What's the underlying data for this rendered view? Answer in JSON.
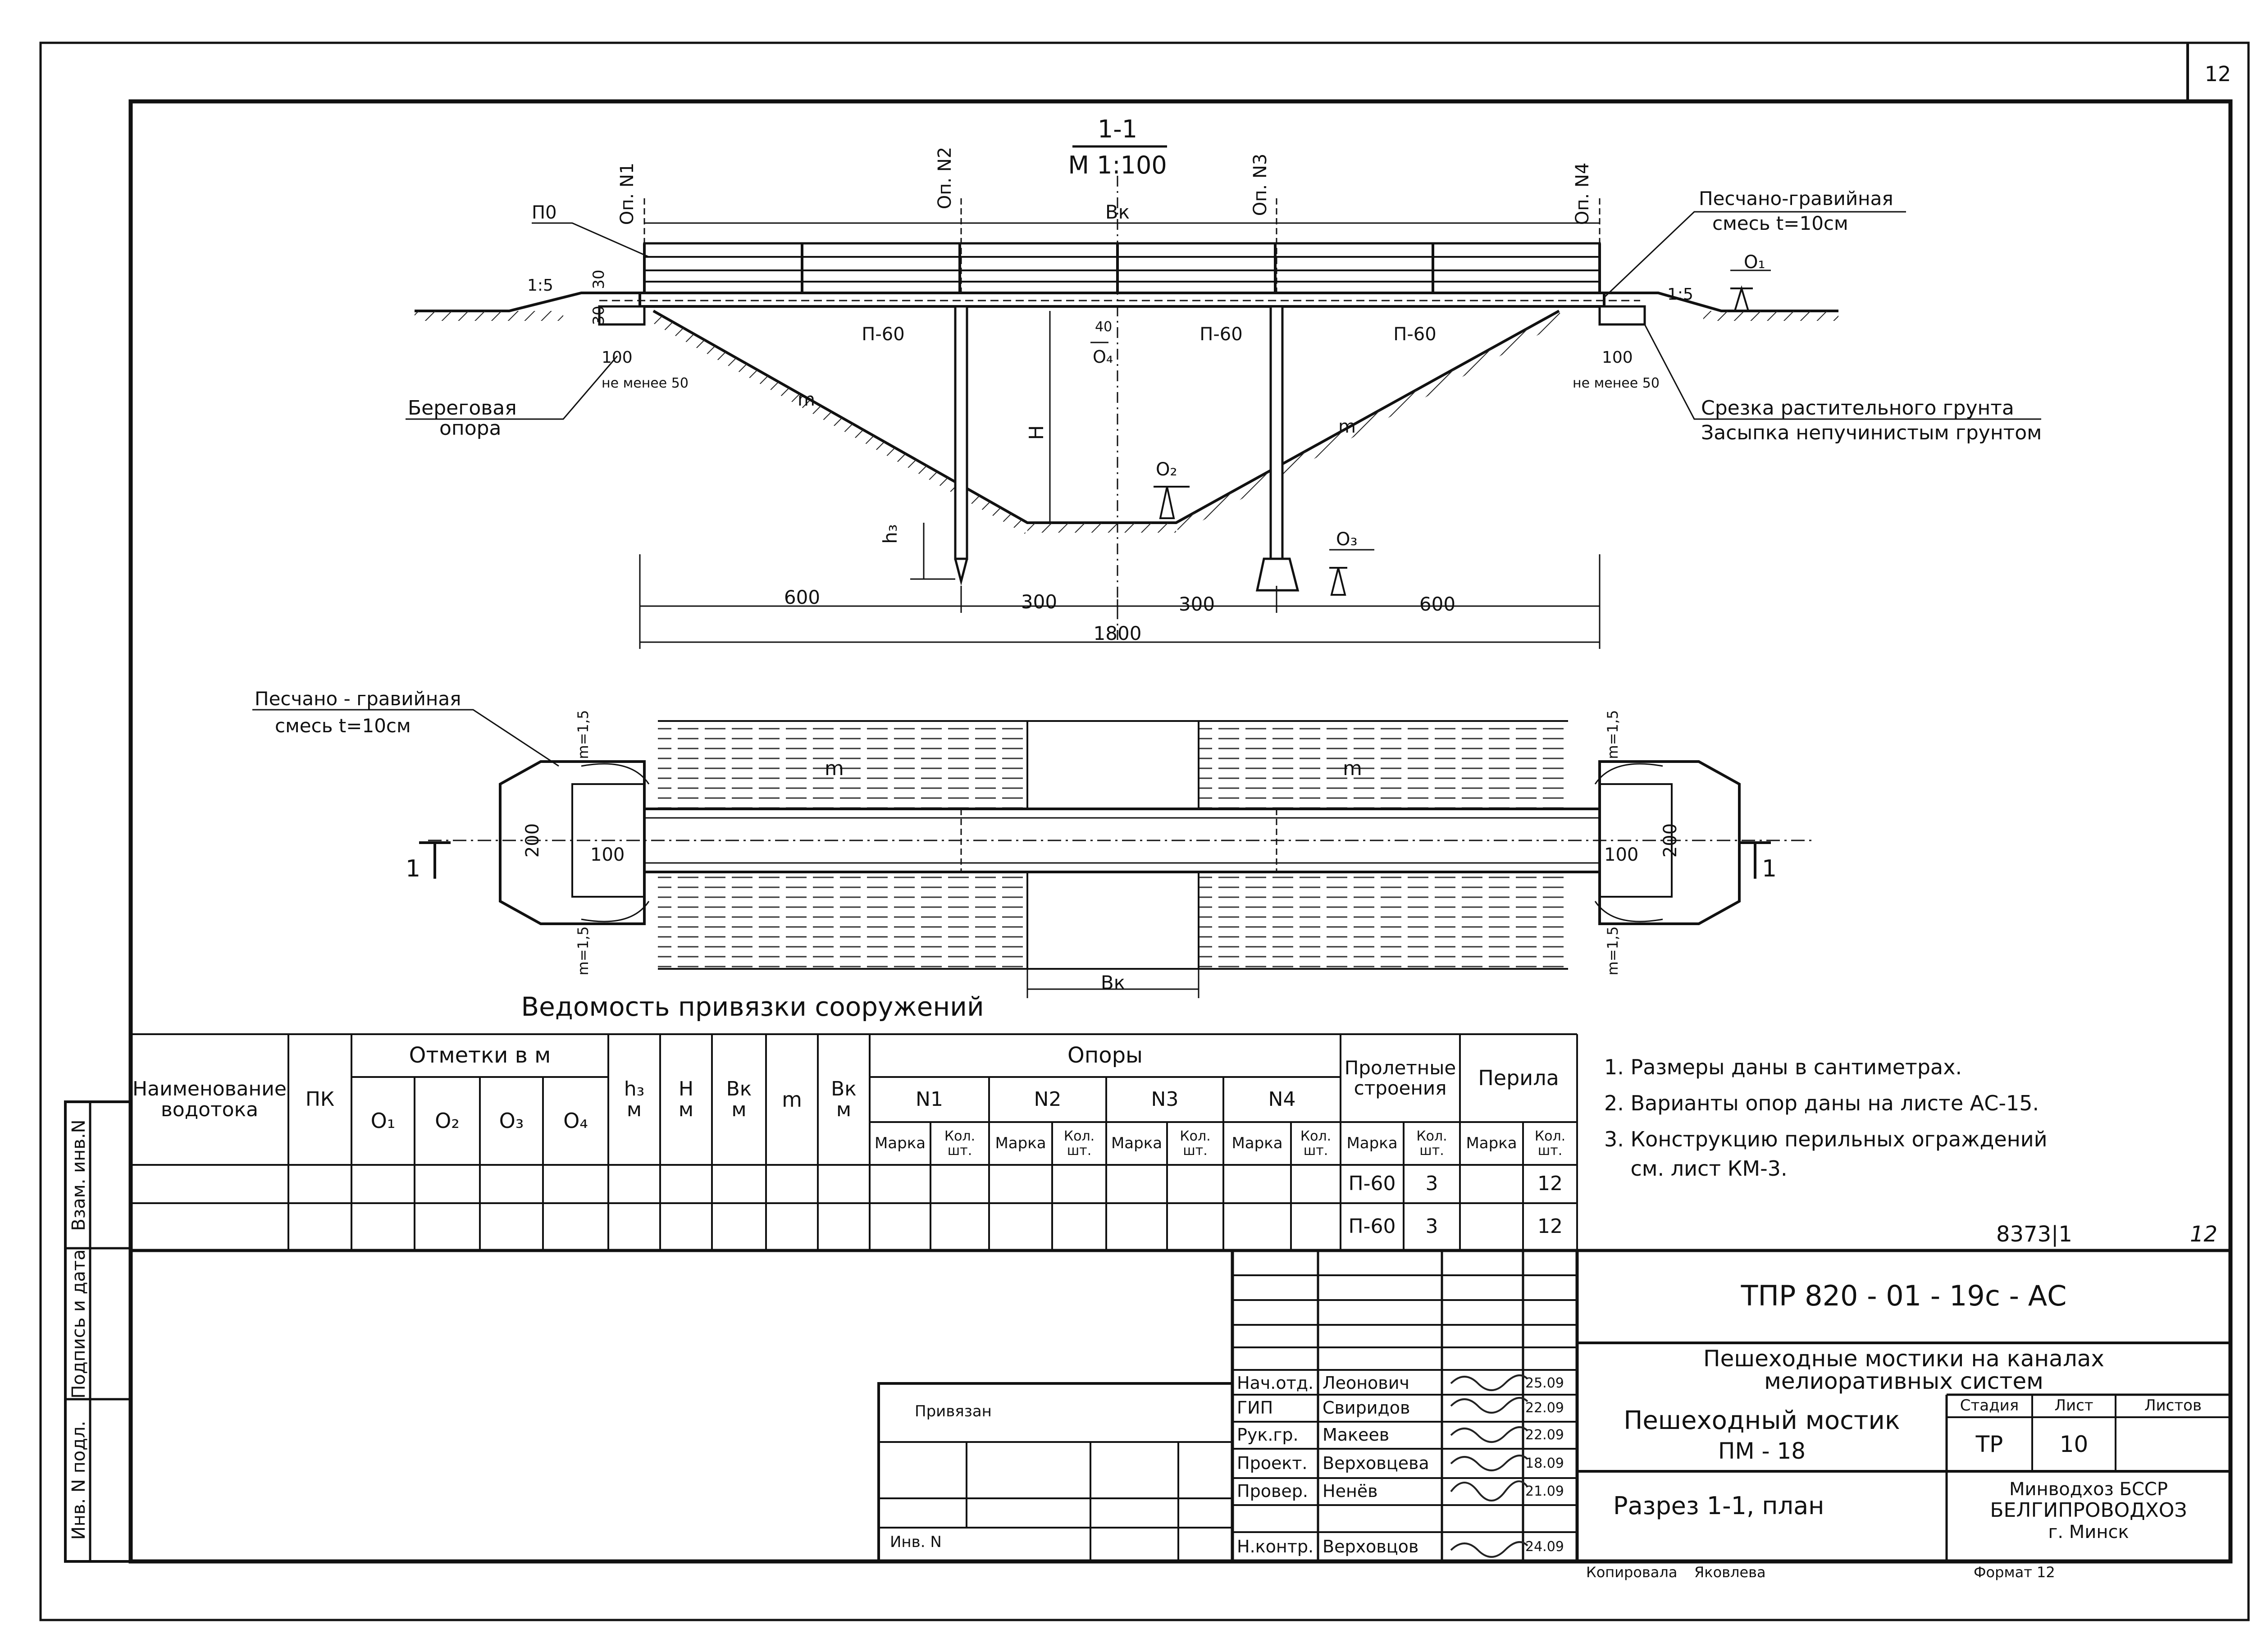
{
  "sheet_number": "12",
  "section": {
    "title": "1-1",
    "scale": "М 1:100",
    "supports": [
      "Оп. N1",
      "Оп. N2",
      "Оп. N3",
      "Оп. N4"
    ],
    "labels": {
      "po": "П0",
      "bk": "Вк",
      "slope_left": "1:5",
      "slope_right": "1:5",
      "dim_30a": "30",
      "dim_30b": "30",
      "dim_100_left": "100",
      "dim_100_right": "100",
      "min50_left": "не менее 50",
      "min50_right": "не менее 50",
      "p60": [
        "П-60",
        "П-60",
        "П-60"
      ],
      "o1": "О₁",
      "o2": "О₂",
      "o3": "О₃",
      "o4": "О₄",
      "h": "Н",
      "h3": "h₃",
      "m_left": "m",
      "m_right": "m",
      "mark_40": "40"
    },
    "notes": {
      "gravel_line1": "Песчано-гравийная",
      "gravel_line2": "смесь  t=10см",
      "bank_line1": "Береговая",
      "bank_line2": "опора",
      "strip_line": "Срезка  растительного  грунта",
      "fill_line": "Засыпка  непучинистым  грунтом"
    },
    "dims": {
      "d1": "600",
      "d2": "300",
      "d3": "300",
      "d4": "600",
      "total": "1800"
    }
  },
  "plan": {
    "gravel_line1": "Песчано - гравийная",
    "gravel_line2": "смесь  t=10см",
    "m_left": "m",
    "m_right": "m",
    "m15": [
      "m=1,5",
      "m=1,5",
      "m=1,5",
      "m=1,5"
    ],
    "dim_200_left": "200",
    "dim_100_left": "100",
    "dim_100_right": "100",
    "dim_200_right": "200",
    "bk": "Вк",
    "cut_left": "1",
    "cut_right": "1"
  },
  "table": {
    "title": "Ведомость  привязки  сооружений",
    "h_name": "Наименование\nводотока",
    "h_pk": "ПК",
    "h_marks": "Отметки в м",
    "marks": [
      "О₁",
      "О₂",
      "О₃",
      "О₄"
    ],
    "h_h3": "h₃\nм",
    "h_H": "Н\nм",
    "h_bk": "Вк\nм",
    "h_m": "m",
    "h_Bk": "Вк\nм",
    "h_supports": "Опоры",
    "supports": [
      "N1",
      "N2",
      "N3",
      "N4"
    ],
    "marka": "Марка",
    "kol": "Кол.\nшт.",
    "h_spans": "Пролетные\nстроения",
    "h_rails": "Перила",
    "rows": [
      {
        "span_marka": "П-60",
        "span_kol": "3",
        "rail_kol": "12"
      },
      {
        "span_marka": "П-60",
        "span_kol": "3",
        "rail_kol": "12"
      }
    ]
  },
  "notes": [
    "1. Размеры даны в сантиметрах.",
    "2. Варианты опор даны на листе АС-15.",
    "3. Конструкцию перильных ограждений",
    "    см. лист КМ-3."
  ],
  "archive_number": "8373|1",
  "archive_page": "12",
  "side_stamp": [
    "Взам. инв.N",
    "Подпись и дата",
    "Инв. N подл."
  ],
  "binding_block": {
    "privyazan": "Привязан",
    "inv": "Инв. N"
  },
  "title_block": {
    "code": "ТПР 820 - 01 - 19с - АС",
    "project_line1": "Пешеходные  мостики  на  каналах",
    "project_line2": "мелиоративных  систем",
    "object_line1": "Пешеходный  мостик",
    "object_line2": "ПМ - 18",
    "sheet_title": "Разрез  1-1,  план",
    "stage_label": "Стадия",
    "sheet_label": "Лист",
    "sheets_label": "Листов",
    "stage": "ТР",
    "sheet": "10",
    "org_line1": "Минводхоз  БССР",
    "org_line2": "БЕЛГИПРОВОДХОЗ",
    "org_line3": "г. Минск",
    "people": [
      {
        "role": "Нач.отд.",
        "name": "Леонович",
        "date": "25.09"
      },
      {
        "role": "ГИП",
        "name": "Свиридов",
        "date": "22.09"
      },
      {
        "role": "Рук.гр.",
        "name": "Макеев",
        "date": "22.09"
      },
      {
        "role": "Проект.",
        "name": "Верховцева",
        "date": "18.09"
      },
      {
        "role": "Провер.",
        "name": "Ненёв",
        "date": "21.09"
      },
      {
        "role": "Н.контр.",
        "name": "Верховцов",
        "date": "24.09"
      }
    ]
  },
  "footer": {
    "copied": "Копировала",
    "copier": "Яковлева",
    "format": "Формат 12"
  }
}
